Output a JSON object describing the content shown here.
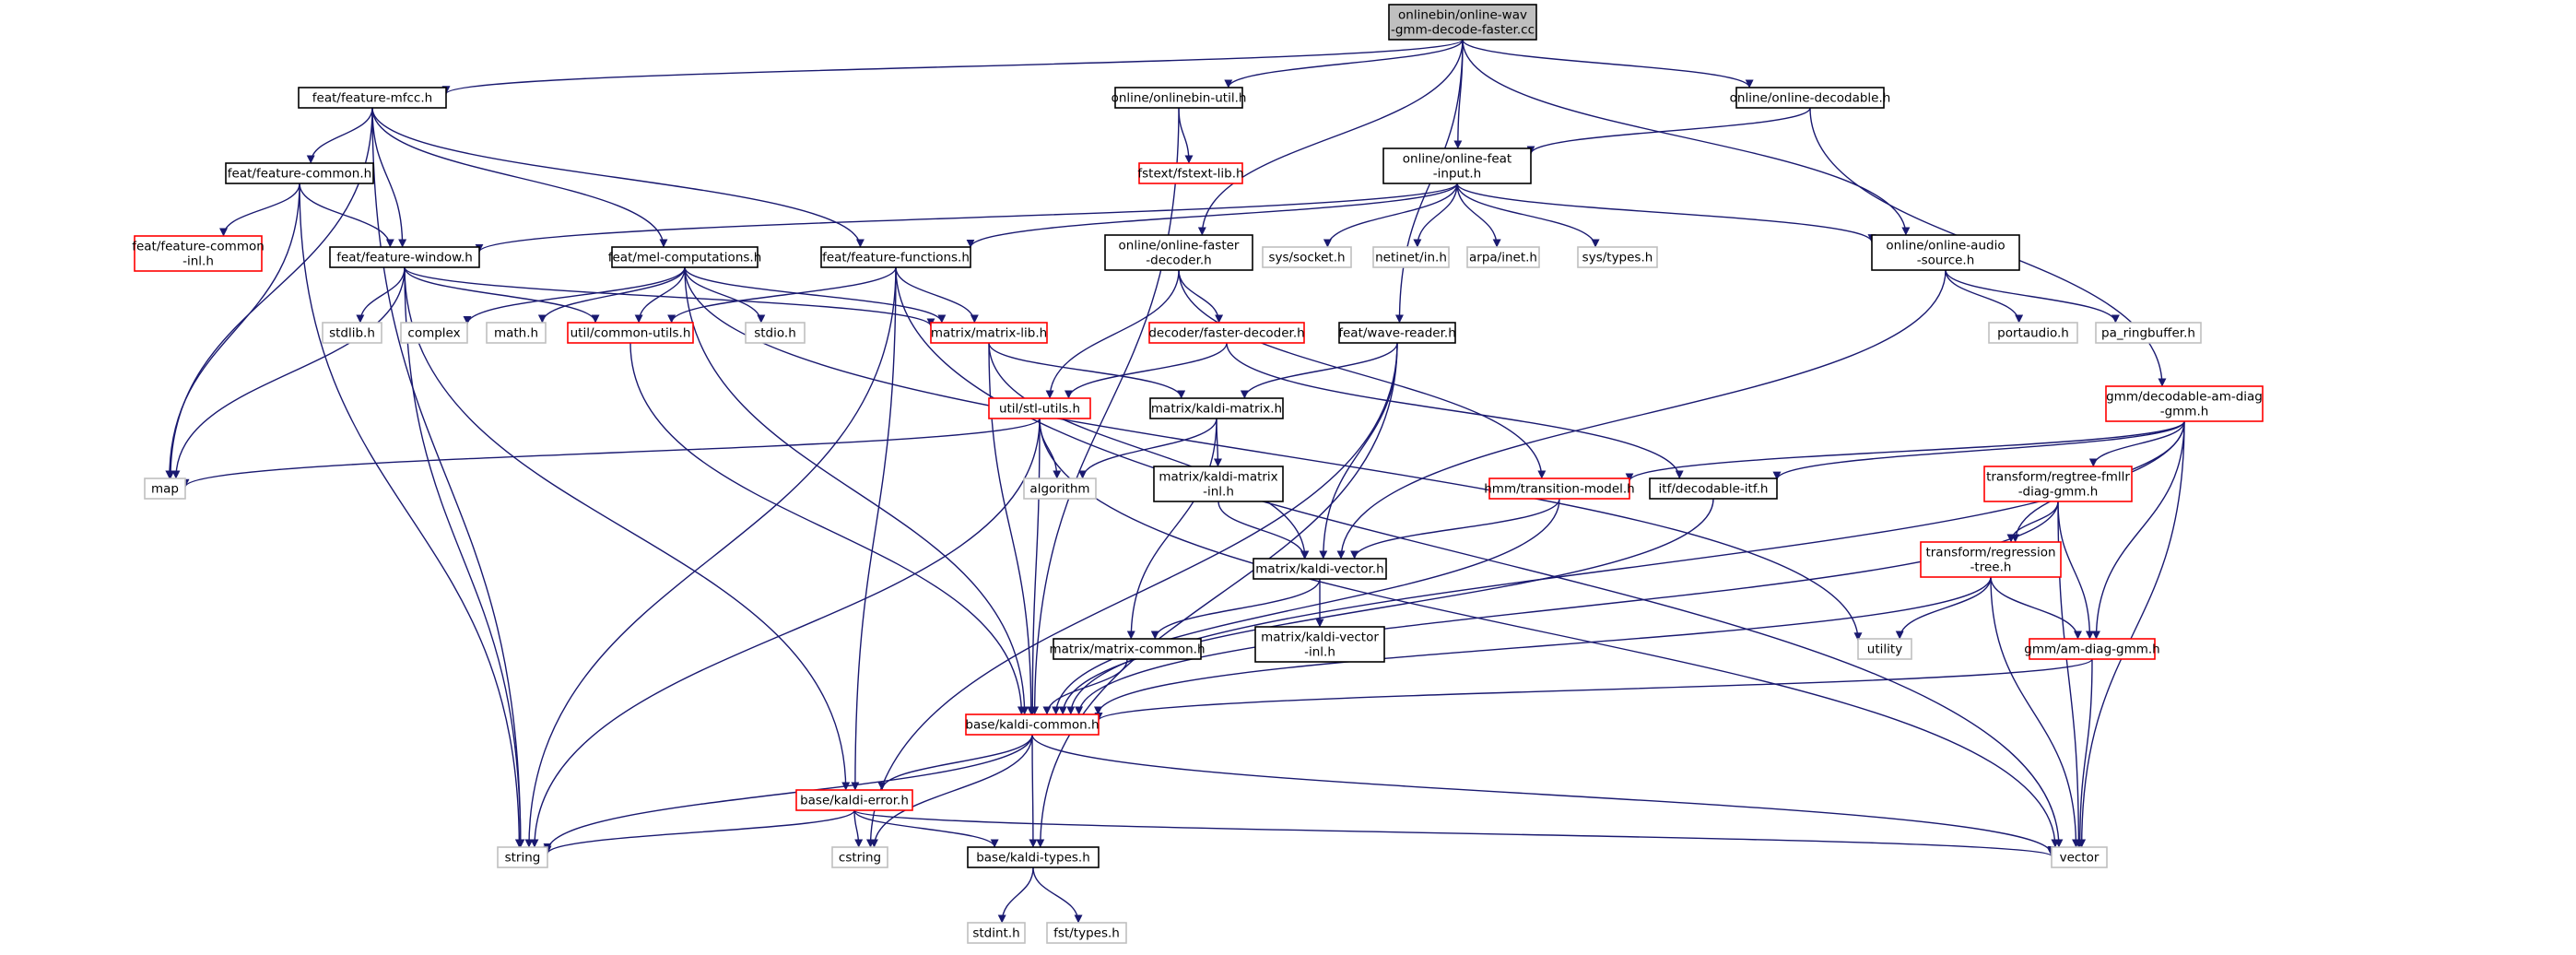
{
  "title": "onlinebin/online-wav-gmm-decode-faster.cc",
  "colors": {
    "root_fill": "#bfbfbf",
    "root_border": "#000000",
    "doc_border": "#000000",
    "undoc_border": "#ff0000",
    "system_border": "#bfbfbf",
    "edge": "#191970",
    "background": "#ffffff"
  },
  "nodes": [
    {
      "id": "root",
      "lines": [
        "onlinebin/online-wav",
        "-gmm-decode-faster.cc"
      ],
      "kind": "root"
    },
    {
      "id": "feat_mfcc",
      "lines": [
        "feat/feature-mfcc.h"
      ],
      "kind": "doc"
    },
    {
      "id": "onlinebin_util",
      "lines": [
        "online/onlinebin-util.h"
      ],
      "kind": "doc"
    },
    {
      "id": "online_decodable",
      "lines": [
        "online/online-decodable.h"
      ],
      "kind": "doc"
    },
    {
      "id": "feat_common",
      "lines": [
        "feat/feature-common.h"
      ],
      "kind": "doc"
    },
    {
      "id": "fstext_lib",
      "lines": [
        "fstext/fstext-lib.h"
      ],
      "kind": "undoc"
    },
    {
      "id": "online_feat_input",
      "lines": [
        "online/online-feat",
        "-input.h"
      ],
      "kind": "doc"
    },
    {
      "id": "feat_common_inl",
      "lines": [
        "feat/feature-common",
        "-inl.h"
      ],
      "kind": "undoc"
    },
    {
      "id": "feat_window",
      "lines": [
        "feat/feature-window.h"
      ],
      "kind": "doc"
    },
    {
      "id": "mel_comp",
      "lines": [
        "feat/mel-computations.h"
      ],
      "kind": "doc"
    },
    {
      "id": "feat_functions",
      "lines": [
        "feat/feature-functions.h"
      ],
      "kind": "doc"
    },
    {
      "id": "online_faster_decoder",
      "lines": [
        "online/online-faster",
        "-decoder.h"
      ],
      "kind": "doc"
    },
    {
      "id": "sys_socket",
      "lines": [
        "sys/socket.h"
      ],
      "kind": "system"
    },
    {
      "id": "netinet_in",
      "lines": [
        "netinet/in.h"
      ],
      "kind": "system"
    },
    {
      "id": "arpa_inet",
      "lines": [
        "arpa/inet.h"
      ],
      "kind": "system"
    },
    {
      "id": "sys_types",
      "lines": [
        "sys/types.h"
      ],
      "kind": "system"
    },
    {
      "id": "online_audio_source",
      "lines": [
        "online/online-audio",
        "-source.h"
      ],
      "kind": "doc"
    },
    {
      "id": "stdlib",
      "lines": [
        "stdlib.h"
      ],
      "kind": "system"
    },
    {
      "id": "complex",
      "lines": [
        "complex"
      ],
      "kind": "system"
    },
    {
      "id": "math",
      "lines": [
        "math.h"
      ],
      "kind": "system"
    },
    {
      "id": "common_utils",
      "lines": [
        "util/common-utils.h"
      ],
      "kind": "undoc"
    },
    {
      "id": "stdio",
      "lines": [
        "stdio.h"
      ],
      "kind": "system"
    },
    {
      "id": "matrix_lib",
      "lines": [
        "matrix/matrix-lib.h"
      ],
      "kind": "undoc"
    },
    {
      "id": "faster_decoder",
      "lines": [
        "decoder/faster-decoder.h"
      ],
      "kind": "undoc"
    },
    {
      "id": "wave_reader",
      "lines": [
        "feat/wave-reader.h"
      ],
      "kind": "doc"
    },
    {
      "id": "portaudio",
      "lines": [
        "portaudio.h"
      ],
      "kind": "system"
    },
    {
      "id": "pa_ringbuffer",
      "lines": [
        "pa_ringbuffer.h"
      ],
      "kind": "system"
    },
    {
      "id": "stl_utils",
      "lines": [
        "util/stl-utils.h"
      ],
      "kind": "undoc"
    },
    {
      "id": "kaldi_matrix",
      "lines": [
        "matrix/kaldi-matrix.h"
      ],
      "kind": "doc"
    },
    {
      "id": "decodable_am",
      "lines": [
        "gmm/decodable-am-diag",
        "-gmm.h"
      ],
      "kind": "undoc"
    },
    {
      "id": "map",
      "lines": [
        "map"
      ],
      "kind": "system"
    },
    {
      "id": "algorithm",
      "lines": [
        "algorithm"
      ],
      "kind": "system"
    },
    {
      "id": "kaldi_matrix_inl",
      "lines": [
        "matrix/kaldi-matrix",
        "-inl.h"
      ],
      "kind": "doc"
    },
    {
      "id": "transition_model",
      "lines": [
        "hmm/transition-model.h"
      ],
      "kind": "undoc"
    },
    {
      "id": "decodable_itf",
      "lines": [
        "itf/decodable-itf.h"
      ],
      "kind": "doc"
    },
    {
      "id": "regtree_fmllr",
      "lines": [
        "transform/regtree-fmllr",
        "-diag-gmm.h"
      ],
      "kind": "undoc"
    },
    {
      "id": "kaldi_vector",
      "lines": [
        "matrix/kaldi-vector.h"
      ],
      "kind": "doc"
    },
    {
      "id": "regression_tree",
      "lines": [
        "transform/regression",
        "-tree.h"
      ],
      "kind": "undoc"
    },
    {
      "id": "matrix_common",
      "lines": [
        "matrix/matrix-common.h"
      ],
      "kind": "doc"
    },
    {
      "id": "kaldi_vector_inl",
      "lines": [
        "matrix/kaldi-vector",
        "-inl.h"
      ],
      "kind": "doc"
    },
    {
      "id": "utility",
      "lines": [
        "utility"
      ],
      "kind": "system"
    },
    {
      "id": "am_diag_gmm",
      "lines": [
        "gmm/am-diag-gmm.h"
      ],
      "kind": "undoc"
    },
    {
      "id": "kaldi_common",
      "lines": [
        "base/kaldi-common.h"
      ],
      "kind": "undoc"
    },
    {
      "id": "kaldi_error",
      "lines": [
        "base/kaldi-error.h"
      ],
      "kind": "undoc"
    },
    {
      "id": "string",
      "lines": [
        "string"
      ],
      "kind": "system"
    },
    {
      "id": "cstring",
      "lines": [
        "cstring"
      ],
      "kind": "system"
    },
    {
      "id": "kaldi_types",
      "lines": [
        "base/kaldi-types.h"
      ],
      "kind": "doc"
    },
    {
      "id": "vector",
      "lines": [
        "vector"
      ],
      "kind": "system"
    },
    {
      "id": "stdint",
      "lines": [
        "stdint.h"
      ],
      "kind": "system"
    },
    {
      "id": "fst_types",
      "lines": [
        "fst/types.h"
      ],
      "kind": "system"
    }
  ],
  "edges": [
    [
      "root",
      "feat_mfcc"
    ],
    [
      "root",
      "onlinebin_util"
    ],
    [
      "root",
      "online_decodable"
    ],
    [
      "root",
      "online_feat_input"
    ],
    [
      "root",
      "online_faster_decoder"
    ],
    [
      "root",
      "wave_reader"
    ],
    [
      "root",
      "online_audio_source"
    ],
    [
      "feat_mfcc",
      "feat_common"
    ],
    [
      "feat_mfcc",
      "feat_window"
    ],
    [
      "feat_mfcc",
      "mel_comp"
    ],
    [
      "feat_mfcc",
      "feat_functions"
    ],
    [
      "feat_mfcc",
      "map"
    ],
    [
      "feat_mfcc",
      "string"
    ],
    [
      "feat_common",
      "feat_common_inl"
    ],
    [
      "feat_common",
      "feat_window"
    ],
    [
      "feat_common",
      "map"
    ],
    [
      "feat_common",
      "string"
    ],
    [
      "onlinebin_util",
      "fstext_lib"
    ],
    [
      "onlinebin_util",
      "kaldi_common"
    ],
    [
      "online_decodable",
      "online_feat_input"
    ],
    [
      "online_decodable",
      "decodable_am"
    ],
    [
      "online_feat_input",
      "feat_window"
    ],
    [
      "online_feat_input",
      "feat_functions"
    ],
    [
      "online_feat_input",
      "sys_socket"
    ],
    [
      "online_feat_input",
      "netinet_in"
    ],
    [
      "online_feat_input",
      "arpa_inet"
    ],
    [
      "online_feat_input",
      "sys_types"
    ],
    [
      "online_feat_input",
      "online_audio_source"
    ],
    [
      "feat_window",
      "map"
    ],
    [
      "feat_window",
      "string"
    ],
    [
      "feat_window",
      "common_utils"
    ],
    [
      "feat_window",
      "matrix_lib"
    ],
    [
      "feat_window",
      "kaldi_error"
    ],
    [
      "feat_window",
      "stdlib"
    ],
    [
      "mel_comp",
      "complex"
    ],
    [
      "mel_comp",
      "math"
    ],
    [
      "mel_comp",
      "common_utils"
    ],
    [
      "mel_comp",
      "stdio"
    ],
    [
      "mel_comp",
      "matrix_lib"
    ],
    [
      "mel_comp",
      "kaldi_common"
    ],
    [
      "mel_comp",
      "utility"
    ],
    [
      "feat_functions",
      "string"
    ],
    [
      "feat_functions",
      "common_utils"
    ],
    [
      "feat_functions",
      "matrix_lib"
    ],
    [
      "feat_functions",
      "kaldi_error"
    ],
    [
      "feat_functions",
      "vector"
    ],
    [
      "online_faster_decoder",
      "faster_decoder"
    ],
    [
      "online_faster_decoder",
      "stl_utils"
    ],
    [
      "online_faster_decoder",
      "transition_model"
    ],
    [
      "online_audio_source",
      "portaudio"
    ],
    [
      "online_audio_source",
      "pa_ringbuffer"
    ],
    [
      "online_audio_source",
      "kaldi_vector"
    ],
    [
      "common_utils",
      "kaldi_common"
    ],
    [
      "matrix_lib",
      "kaldi_matrix"
    ],
    [
      "matrix_lib",
      "kaldi_vector"
    ],
    [
      "matrix_lib",
      "kaldi_common"
    ],
    [
      "faster_decoder",
      "stl_utils"
    ],
    [
      "faster_decoder",
      "decodable_itf"
    ],
    [
      "wave_reader",
      "kaldi_matrix"
    ],
    [
      "wave_reader",
      "kaldi_vector"
    ],
    [
      "wave_reader",
      "kaldi_types"
    ],
    [
      "wave_reader",
      "cstring"
    ],
    [
      "stl_utils",
      "map"
    ],
    [
      "stl_utils",
      "algorithm"
    ],
    [
      "stl_utils",
      "string"
    ],
    [
      "stl_utils",
      "kaldi_common"
    ],
    [
      "stl_utils",
      "vector"
    ],
    [
      "kaldi_matrix",
      "algorithm"
    ],
    [
      "kaldi_matrix",
      "kaldi_matrix_inl"
    ],
    [
      "kaldi_matrix",
      "matrix_common"
    ],
    [
      "kaldi_matrix_inl",
      "kaldi_vector"
    ],
    [
      "decodable_am",
      "transition_model"
    ],
    [
      "decodable_am",
      "decodable_itf"
    ],
    [
      "decodable_am",
      "regtree_fmllr"
    ],
    [
      "decodable_am",
      "regression_tree"
    ],
    [
      "decodable_am",
      "am_diag_gmm"
    ],
    [
      "decodable_am",
      "kaldi_common"
    ],
    [
      "decodable_am",
      "vector"
    ],
    [
      "transition_model",
      "kaldi_vector"
    ],
    [
      "transition_model",
      "kaldi_common"
    ],
    [
      "decodable_itf",
      "kaldi_common"
    ],
    [
      "regtree_fmllr",
      "regression_tree"
    ],
    [
      "regtree_fmllr",
      "am_diag_gmm"
    ],
    [
      "regtree_fmllr",
      "kaldi_common"
    ],
    [
      "regtree_fmllr",
      "vector"
    ],
    [
      "kaldi_vector",
      "matrix_common"
    ],
    [
      "kaldi_vector",
      "kaldi_vector_inl"
    ],
    [
      "regression_tree",
      "utility"
    ],
    [
      "regression_tree",
      "am_diag_gmm"
    ],
    [
      "regression_tree",
      "kaldi_common"
    ],
    [
      "regression_tree",
      "vector"
    ],
    [
      "matrix_common",
      "kaldi_common"
    ],
    [
      "am_diag_gmm",
      "kaldi_common"
    ],
    [
      "am_diag_gmm",
      "vector"
    ],
    [
      "kaldi_common",
      "kaldi_error"
    ],
    [
      "kaldi_common",
      "string"
    ],
    [
      "kaldi_common",
      "cstring"
    ],
    [
      "kaldi_common",
      "kaldi_types"
    ],
    [
      "kaldi_common",
      "vector"
    ],
    [
      "kaldi_error",
      "string"
    ],
    [
      "kaldi_error",
      "cstring"
    ],
    [
      "kaldi_error",
      "kaldi_types"
    ],
    [
      "kaldi_error",
      "vector"
    ],
    [
      "kaldi_types",
      "stdint"
    ],
    [
      "kaldi_types",
      "fst_types"
    ]
  ]
}
